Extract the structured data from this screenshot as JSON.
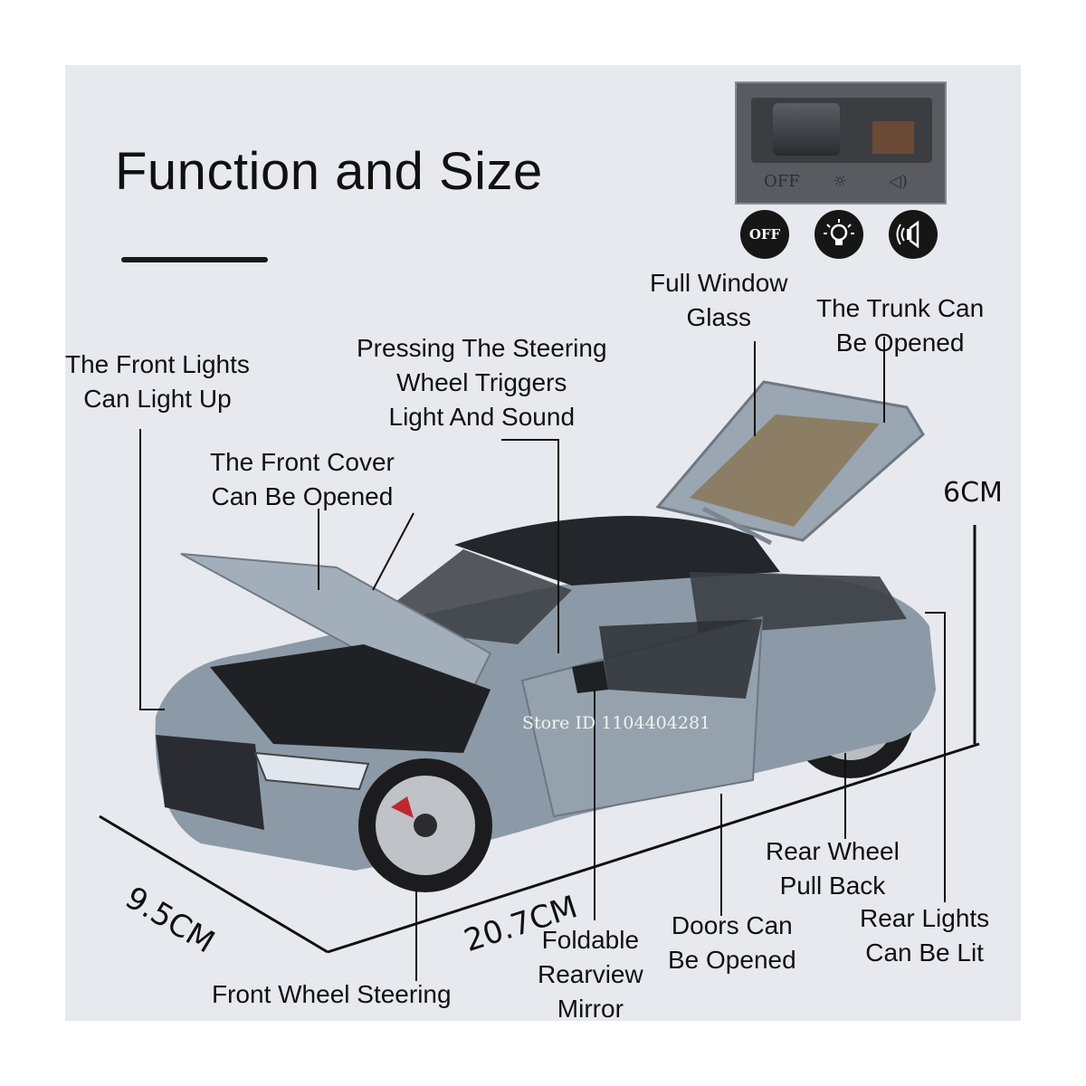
{
  "title": "Function and Size",
  "switch": {
    "photo_labels": [
      "OFF",
      "☼",
      "◁)"
    ],
    "modes": [
      {
        "name": "off",
        "label": "OFF"
      },
      {
        "name": "light",
        "label": ""
      },
      {
        "name": "sound",
        "label": ""
      }
    ]
  },
  "features": {
    "full_window_glass": [
      "Full Window",
      "Glass"
    ],
    "trunk": [
      "The Trunk Can",
      "Be Opened"
    ],
    "front_lights": [
      "The Front Lights",
      "Can Light Up"
    ],
    "steering_wheel": [
      "Pressing The Steering",
      "Wheel Triggers",
      "Light And Sound"
    ],
    "front_cover": [
      "The Front Cover",
      "Can Be Opened"
    ],
    "rear_wheel": [
      "Rear Wheel",
      "Pull Back"
    ],
    "rear_lights": [
      "Rear Lights",
      "Can Be Lit"
    ],
    "doors": [
      "Doors Can",
      "Be Opened"
    ],
    "mirror": [
      "Foldable",
      "Rearview",
      "Mirror"
    ],
    "front_wheel": [
      "Front Wheel Steering"
    ]
  },
  "dimensions": {
    "height": "6CM",
    "width": "9.5CM",
    "length": "20.7CM"
  },
  "watermark": "Store ID 1104404281",
  "colors": {
    "background": "#e8e9ee",
    "car_body": "#8c9aa7",
    "text": "#111111"
  }
}
